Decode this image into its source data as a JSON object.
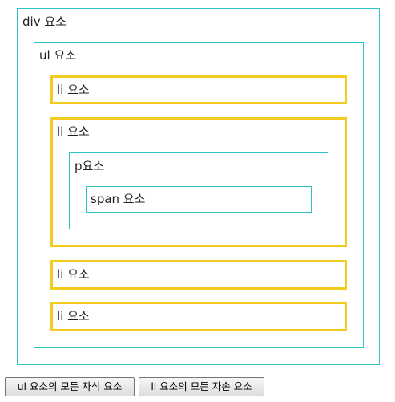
{
  "elements": {
    "div_label": "div 요소",
    "ul_label": "ul 요소",
    "li_labels": [
      "li 요소",
      "li 요소",
      "li 요소",
      "li 요소"
    ],
    "p_label": "p요소",
    "span_label": "span 요소"
  },
  "buttons": {
    "children_label": "ul 요소의 모든 자식 요소",
    "descendants_label": "li 요소의 모든 자손 요소"
  },
  "colors": {
    "teal_border": "#2ec4c6",
    "yellow_border": "#f2cc1f"
  }
}
